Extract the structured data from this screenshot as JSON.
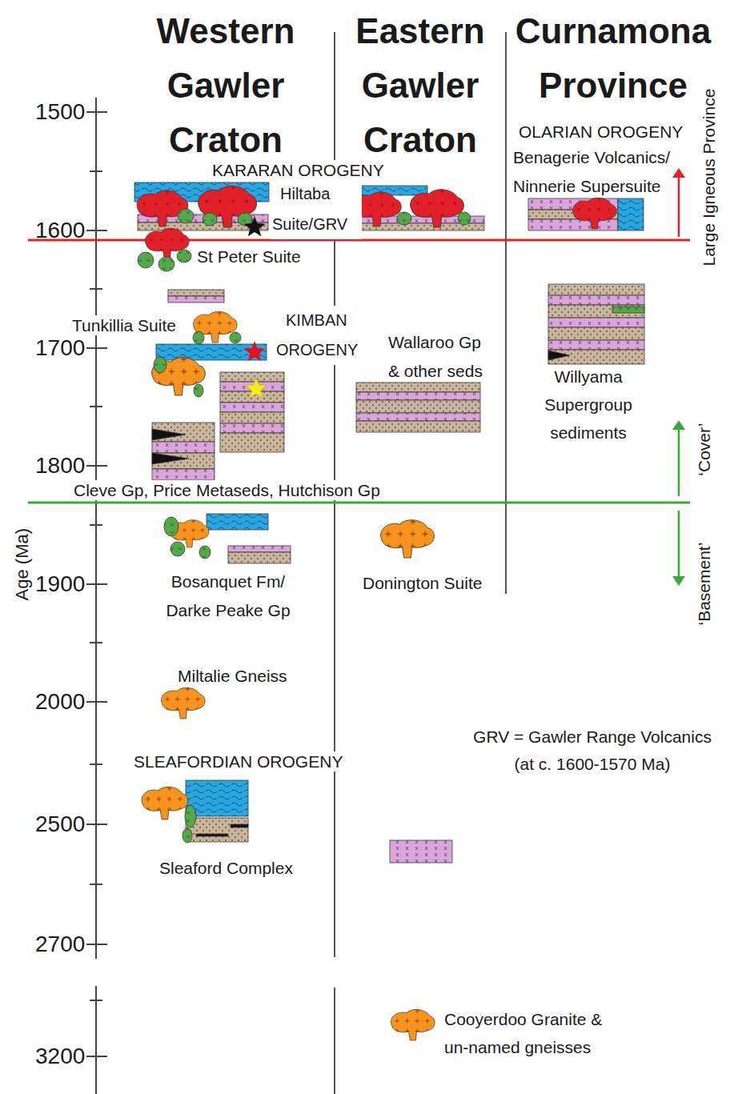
{
  "diagram": {
    "labels": [
      "Western Gawler Craton",
      "Eastern Gawler Craton",
      "Curnamona Province",
      "1500",
      "1600",
      "1700",
      "1800",
      "1900",
      "2000",
      "2500",
      "2700",
      "3200",
      "Age (Ma)",
      "KARARAN OROGENY",
      "Hiltaba Suite/GRV",
      "St Peter Suite",
      "Tunkillia Suite",
      "KIMBAN OROGENY",
      "Wallaroo Gp & other seds",
      "Willyama Supergroup sediments",
      "OLARIAN OROGENY",
      "Benagerie Volcanics/ Ninnerie Supersuite",
      "Large Igneous Province",
      "‘Cover’",
      "‘Basement’",
      "Cleve Gp, Price Metaseds, Hutchison Gp",
      "Bosanquet Fm/ Darke Peake Gp",
      "Donington Suite",
      "Miltalie Gneiss",
      "GRV = Gawler Range Volcanics (at c. 1600-1570 Ma)",
      "SLEAFORDIAN OROGENY",
      "Sleaford Complex",
      "Cooyerdoo Granite & un-named gneisses"
    ]
  }
}
